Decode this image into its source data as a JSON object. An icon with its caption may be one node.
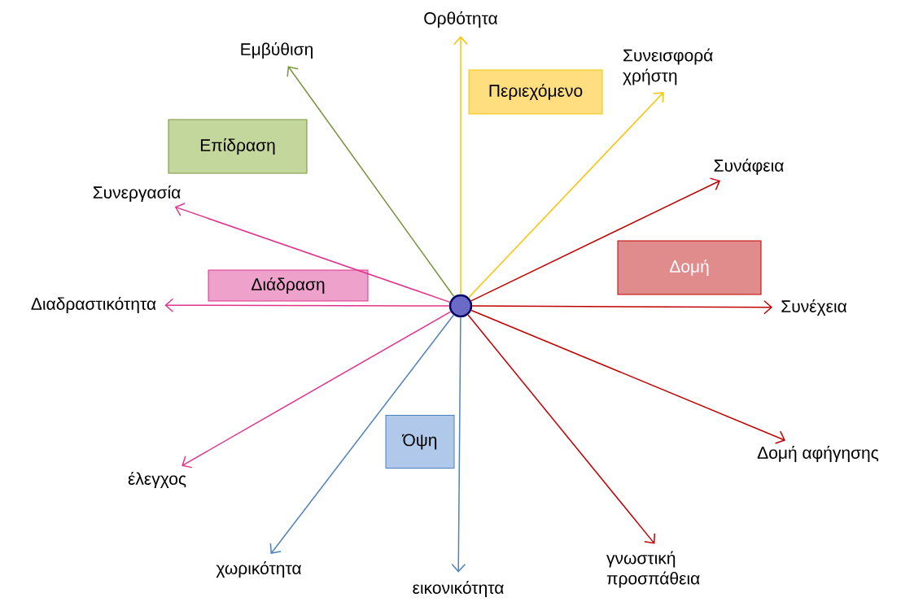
{
  "diagram": {
    "nodes": [
      {
        "text": [
          "Ορθότητα"
        ]
      },
      {
        "text": [
          "Εμβύθιση"
        ]
      },
      {
        "text": [
          "Συνεισφορά χρήστη"
        ]
      },
      {
        "text": [
          "Επίδραση"
        ]
      },
      {
        "text": [
          "Περιεχόμενο"
        ]
      },
      {
        "text": [
          "Συνάφεια"
        ]
      },
      {
        "text": [
          "Συνεργασία"
        ]
      },
      {
        "text": [
          "Δομή"
        ]
      },
      {
        "text": [
          "Διάδραση"
        ]
      },
      {
        "text": [
          "Διαδραστικότητα"
        ]
      },
      {
        "text": [],
        "shape": "circle"
      },
      {
        "text": [
          "Συνέχεια"
        ]
      },
      {
        "text": [
          "Όψη"
        ]
      },
      {
        "text": [
          "έλεγχος"
        ]
      },
      {
        "text": [
          "Δομή αφήγησης"
        ]
      },
      {
        "text": [
          "χωρικότητα"
        ]
      },
      {
        "text": [
          "εικονικότητα"
        ]
      },
      {
        "text": [
          "γνωστική προσπάθεια"
        ]
      }
    ],
    "edges": [
      {
        "from": 10,
        "to": 1,
        "arrow": "to",
        "color": "#77933c"
      },
      {
        "from": 10,
        "to": 0,
        "arrow": "to",
        "color": "#ffc000"
      },
      {
        "from": 10,
        "to": 2,
        "arrow": "to",
        "color": "#ffc000"
      },
      {
        "from": 10,
        "to": 5,
        "arrow": "to",
        "color": "#c00000"
      },
      {
        "from": 10,
        "to": 6,
        "arrow": "to",
        "color": "#e0338c"
      },
      {
        "from": 10,
        "to": 9,
        "arrow": "to",
        "color": "#e0338c"
      },
      {
        "from": 10,
        "to": 11,
        "arrow": "to",
        "color": "#c00000"
      },
      {
        "from": 10,
        "to": 13,
        "arrow": "to",
        "color": "#e0338c"
      },
      {
        "from": 10,
        "to": 14,
        "arrow": "to",
        "color": "#c00000"
      },
      {
        "from": 10,
        "to": 15,
        "arrow": "to",
        "color": "#4f81bd"
      },
      {
        "from": 10,
        "to": 16,
        "arrow": "to",
        "color": "#4f81bd"
      },
      {
        "from": 10,
        "to": 17,
        "arrow": "to",
        "color": "#c00000"
      }
    ]
  }
}
